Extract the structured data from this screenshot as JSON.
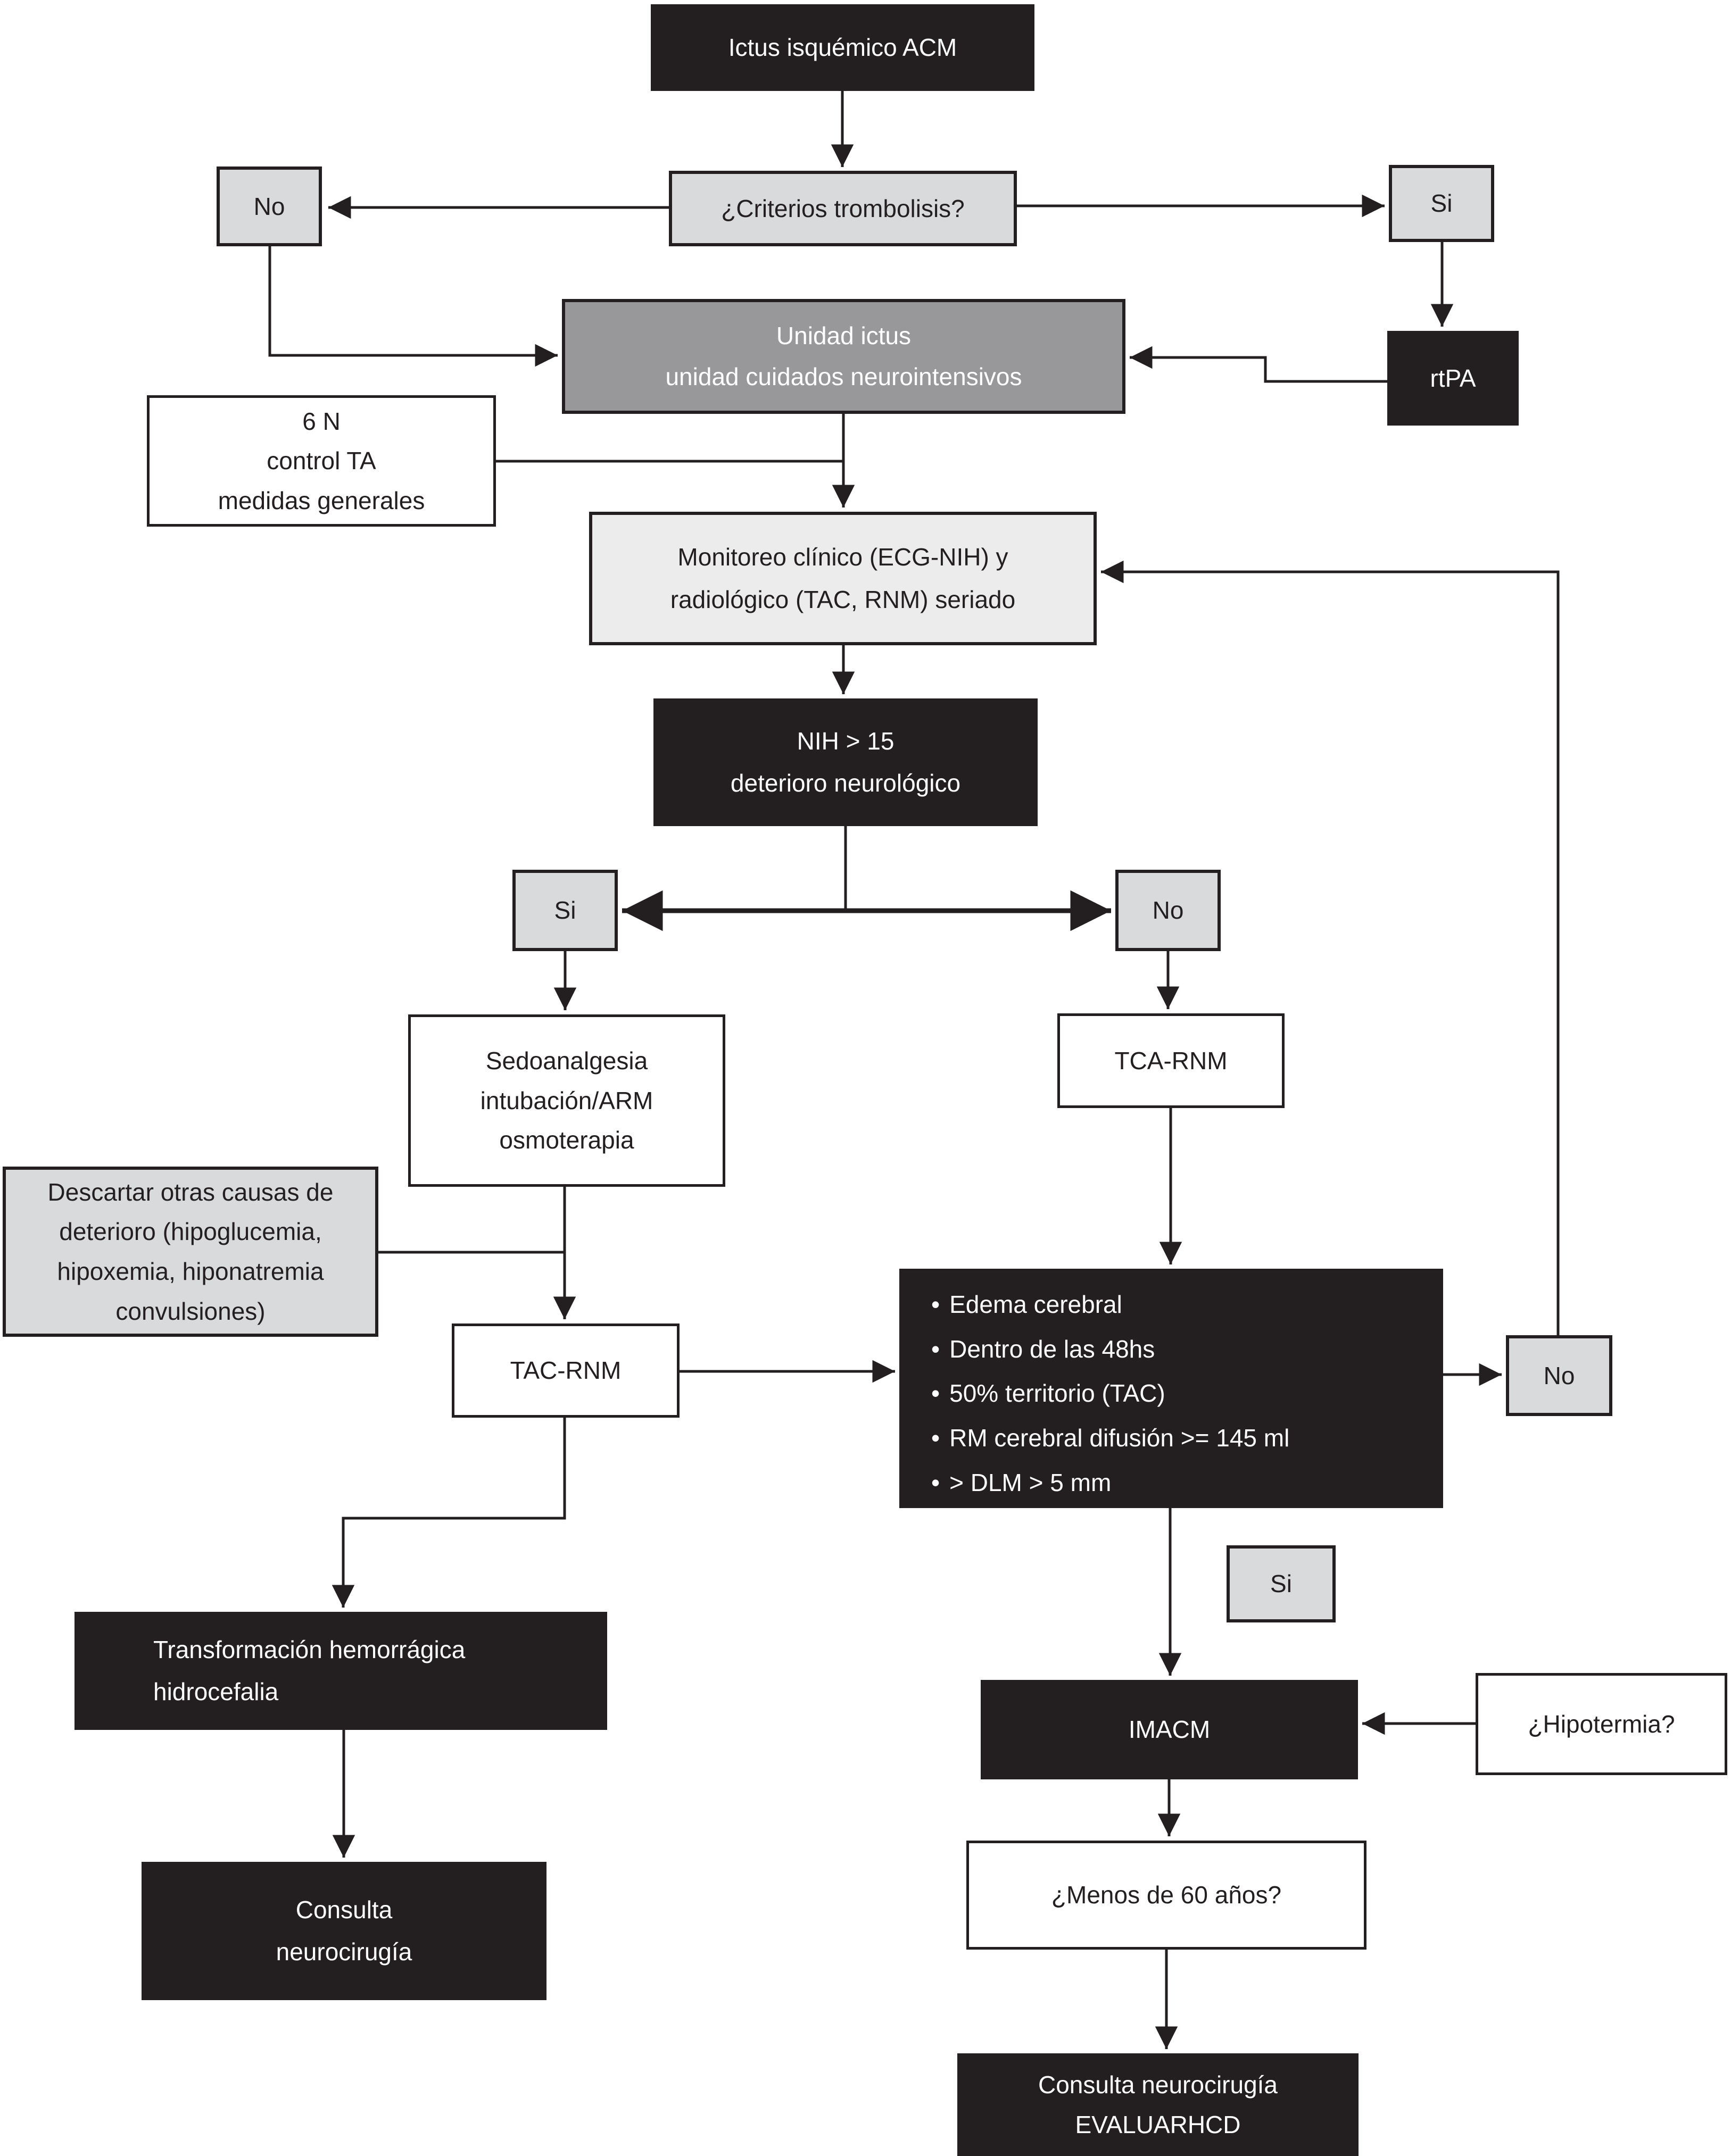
{
  "diagram": {
    "language": "es",
    "colors": {
      "node_black": "#231f20",
      "node_gray": "#d9dadb",
      "node_midgray": "#98979a",
      "node_pale": "#ececec",
      "node_white": "#ffffff",
      "line": "#231f20"
    },
    "nodes": {
      "ictus": {
        "text": "Ictus isquémico ACM"
      },
      "criterios": {
        "text": "¿Criterios trombolisis?"
      },
      "no_top": {
        "text": "No"
      },
      "si_top": {
        "text": "Si"
      },
      "unidad": {
        "lines": [
          "Unidad ictus",
          "unidad cuidados neurointensivos"
        ]
      },
      "rtpa": {
        "text": "rtPA"
      },
      "medidas": {
        "lines": [
          "6 N",
          "control TA",
          "medidas generales"
        ]
      },
      "monitoreo": {
        "lines": [
          "Monitoreo clínico (ECG-NIH) y",
          "radiológico (TAC, RNM) seriado"
        ]
      },
      "nih": {
        "lines": [
          "NIH > 15",
          "deterioro neurológico"
        ]
      },
      "si_mid": {
        "text": "Si"
      },
      "no_mid": {
        "text": "No"
      },
      "sedoanalgesia": {
        "lines": [
          "Sedoanalgesia",
          "intubación/ARM",
          "osmoterapia"
        ]
      },
      "tca_rnm": {
        "text": "TCA-RNM"
      },
      "descartar": {
        "lines": [
          "Descartar otras causas de",
          "deterioro (hipoglucemia,",
          "hipoxemia, hiponatremia",
          "convulsiones)"
        ]
      },
      "tac_rnm": {
        "text": "TAC-RNM"
      },
      "edema": {
        "bullet": "•",
        "items": [
          "Edema cerebral",
          "Dentro de las 48hs",
          "50% territorio (TAC)",
          "RM cerebral difusión >= 145 ml",
          "> DLM > 5 mm"
        ]
      },
      "no_right": {
        "text": "No"
      },
      "si_low": {
        "text": "Si"
      },
      "imacm": {
        "text": "IMACM"
      },
      "hipotermia": {
        "text": "¿Hipotermia?"
      },
      "menos_60": {
        "text": "¿Menos de 60 años?"
      },
      "evaluar": {
        "lines": [
          "Consulta neurocirugía",
          "EVALUARHCD"
        ]
      },
      "transformacion": {
        "lines": [
          "Transformación hemorrágica",
          "hidrocefalia"
        ]
      },
      "consulta": {
        "lines": [
          "Consulta",
          "neurocirugía"
        ]
      }
    }
  }
}
